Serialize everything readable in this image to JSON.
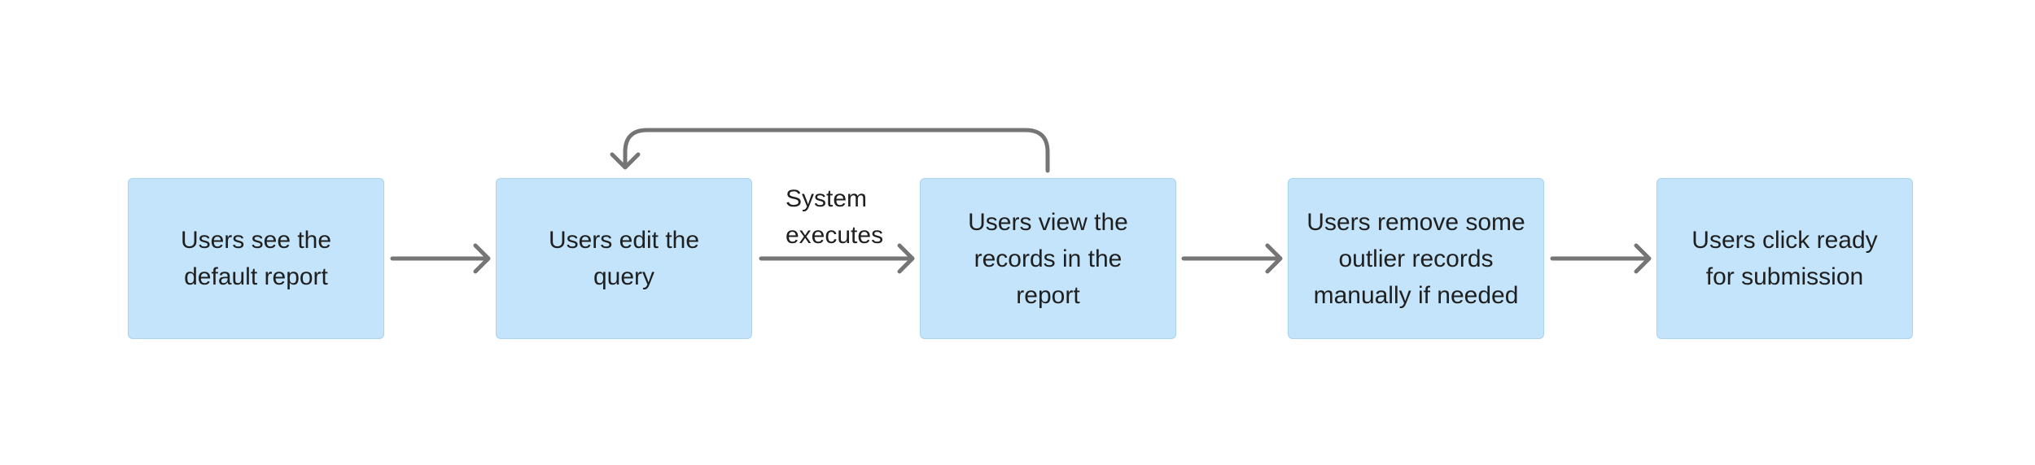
{
  "diagram": {
    "steps": [
      {
        "label": "Users see the\ndefault report"
      },
      {
        "label": "Users edit the\nquery"
      },
      {
        "label": "Users view the\nrecords in the\nreport"
      },
      {
        "label": "Users remove some\noutlier records\nmanually if needed"
      },
      {
        "label": "Users click ready\nfor submission"
      }
    ],
    "edge_label": "System\nexecutes",
    "colors": {
      "box_fill": "#c3e4fb",
      "box_border": "#a9d3ef",
      "arrow": "#757575",
      "text": "#1f1f1f"
    }
  }
}
